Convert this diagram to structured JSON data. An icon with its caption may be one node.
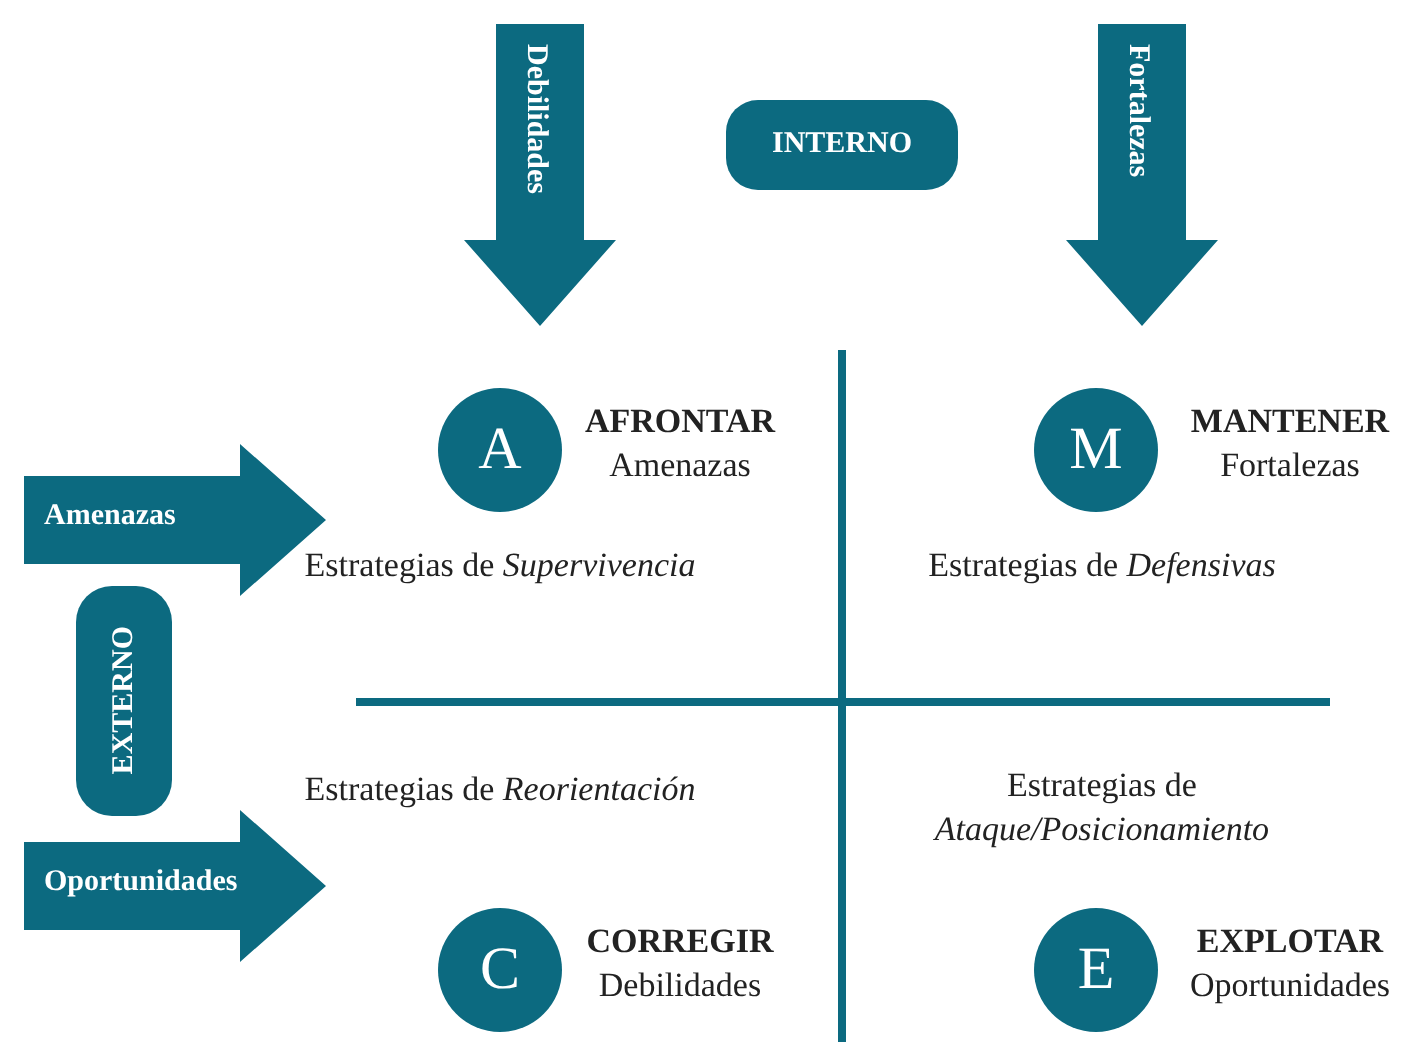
{
  "diagram": {
    "nodes": [
      {
        "text": [
          "Debilidades"
        ]
      },
      {
        "text": [
          "INTERNO"
        ]
      },
      {
        "text": [
          "Fortalezas"
        ]
      },
      {
        "text": [
          "A"
        ],
        "beside": [
          "AFRONTAR",
          "Amenazas"
        ]
      },
      {
        "text": [
          "M"
        ],
        "beside": [
          "MANTENER",
          "Fortalezas"
        ]
      },
      {
        "text": [
          "Amenazas"
        ]
      },
      {
        "text": [
          "EXTERNO"
        ]
      },
      {
        "text": [
          "Oportunidades"
        ]
      },
      {
        "text": [
          "C"
        ],
        "beside": [
          "CORREGIR",
          "Debilidades"
        ]
      },
      {
        "text": [
          "E"
        ],
        "beside": [
          "EXPLOTAR",
          "Oportunidades"
        ]
      }
    ],
    "labels": [
      "Estrategias de *Supervivencia*",
      "Estrategias de *Defensivas*",
      "Estrategias de *Reorientación*",
      "Estrategias de *Ataque/Posicionamiento*"
    ]
  }
}
